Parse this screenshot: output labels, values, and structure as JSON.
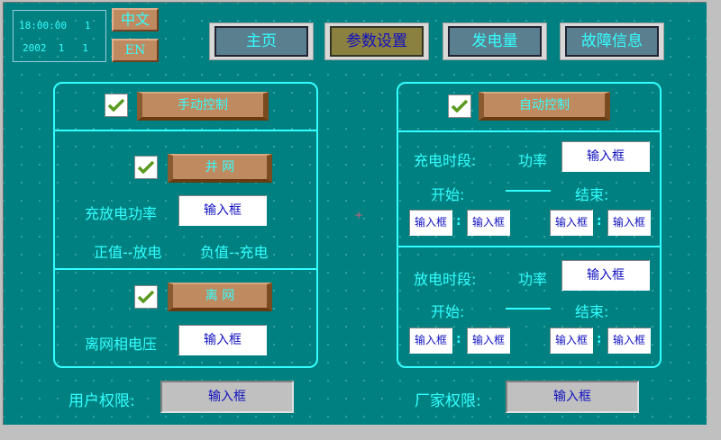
{
  "header": {
    "clock": {
      "time": "18:00:00",
      "weekday": "1",
      "year": "2002",
      "month": "1",
      "day": "1"
    },
    "language_buttons": [
      {
        "label": "中文"
      },
      {
        "label": "EN"
      }
    ],
    "nav_tabs": [
      {
        "label": "主页",
        "active": false
      },
      {
        "label": "参数设置",
        "active": true
      },
      {
        "label": "发电量",
        "active": false
      },
      {
        "label": "故障信息",
        "active": false
      }
    ]
  },
  "manual_panel": {
    "mode_button": "手动控制",
    "grid_on_button": "并 网",
    "power_label": "充放电功率",
    "power_input": "输入框",
    "note_positive": "正值--放电",
    "note_negative": "负值--充电",
    "grid_off_button": "离 网",
    "phase_voltage_label": "离网相电压",
    "phase_voltage_input": "输入框"
  },
  "auto_panel": {
    "mode_button": "自动控制",
    "charge": {
      "period_label": "充电时段:",
      "power_label": "功率",
      "power_input": "输入框",
      "start_label": "开始:",
      "end_label": "结束:",
      "start_hour": "输入框",
      "start_min": "输入框",
      "end_hour": "输入框",
      "end_min": "输入框"
    },
    "discharge": {
      "period_label": "放电时段:",
      "power_label": "功率",
      "power_input": "输入框",
      "start_label": "开始:",
      "end_label": "结束:",
      "start_hour": "输入框",
      "start_min": "输入框",
      "end_hour": "输入框",
      "end_min": "输入框"
    }
  },
  "footer": {
    "user_label": "用户权限:",
    "user_input": "输入框",
    "vendor_label": "厂家权限:",
    "vendor_input": "输入框"
  },
  "colors": {
    "background": "#008080",
    "accent": "#33ffff",
    "button": "#c08a60",
    "active_tab": "#8a8040"
  }
}
